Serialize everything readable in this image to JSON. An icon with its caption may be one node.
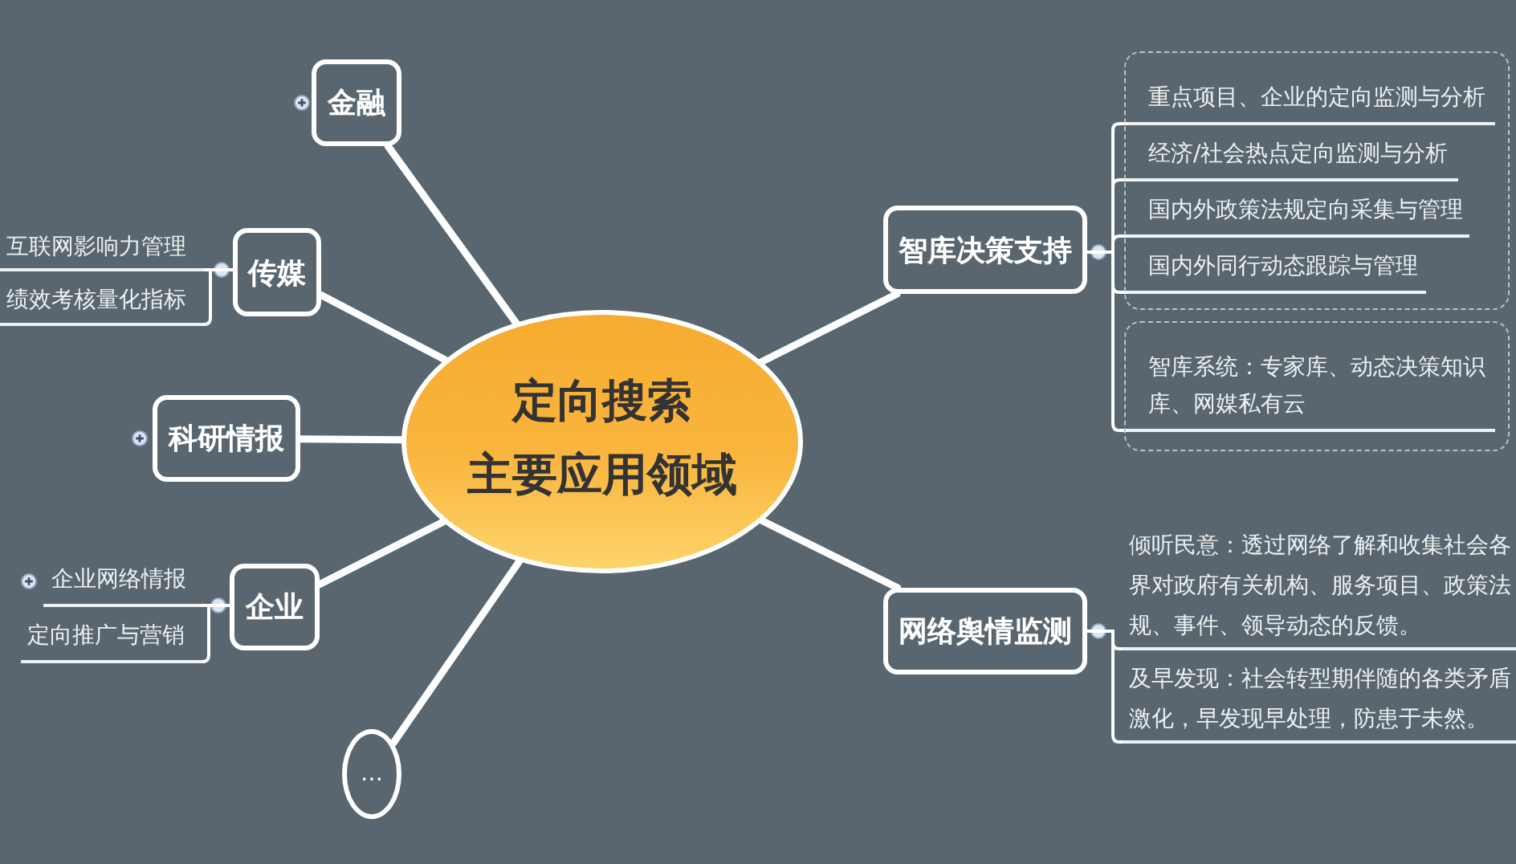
{
  "diagram": {
    "nodes": [
      {
        "text": [
          "定向搜索主要应用领域"
        ]
      },
      {
        "text": [
          "金融"
        ]
      },
      {
        "text": [
          "传媒"
        ]
      },
      {
        "text": [
          "互联网影响力管理"
        ]
      },
      {
        "text": [
          "绩效考核量化指标"
        ]
      },
      {
        "text": [
          "科研情报"
        ]
      },
      {
        "text": [
          "企业"
        ]
      },
      {
        "text": [
          "企业网络情报"
        ]
      },
      {
        "text": [
          "定向推广与营销"
        ]
      },
      {
        "text": [
          "…"
        ]
      },
      {
        "text": [
          "智库决策支持"
        ]
      },
      {
        "text": [],
        "shape": "box"
      },
      {
        "text": [
          "重点项目、企业的定向监测与分析"
        ],
        "in": 11
      },
      {
        "text": [
          "经济/社会热点定向监测与分析"
        ],
        "in": 11
      },
      {
        "text": [
          "国内外政策法规定向采集与管理"
        ],
        "in": 11
      },
      {
        "text": [
          "国内外同行动态跟踪与管理"
        ],
        "in": 11
      },
      {
        "text": [],
        "shape": "box"
      },
      {
        "text": [
          "智库系统：专家库、动态决策知识库、网媒私有云"
        ],
        "in": 16
      },
      {
        "text": [
          "网络舆情监测"
        ]
      },
      {
        "text": [
          "倾听民意：透过网络了解和收集社会各界对政府有关机构、服务项目、政策法规、事件、领导动态的反馈。"
        ]
      },
      {
        "text": [
          "及早发现：社会转型期伴随的各类矛盾激化，早发现早处理，防患于未然。"
        ]
      }
    ],
    "edges": [
      {
        "from": 0,
        "to": 1,
        "arrow": "none",
        "style": "thick"
      },
      {
        "from": 0,
        "to": 2,
        "arrow": "none",
        "style": "thick"
      },
      {
        "from": 0,
        "to": 5,
        "arrow": "none",
        "style": "thick"
      },
      {
        "from": 0,
        "to": 6,
        "arrow": "none",
        "style": "thick"
      },
      {
        "from": 0,
        "to": 9,
        "arrow": "none",
        "style": "thick"
      },
      {
        "from": 0,
        "to": 10,
        "arrow": "none",
        "style": "thick"
      },
      {
        "from": 0,
        "to": 18,
        "arrow": "none",
        "style": "thick"
      },
      {
        "from": 2,
        "to": 3,
        "arrow": "none"
      },
      {
        "from": 2,
        "to": 4,
        "arrow": "none"
      },
      {
        "from": 6,
        "to": 7,
        "arrow": "none"
      },
      {
        "from": 6,
        "to": 8,
        "arrow": "none"
      },
      {
        "from": 10,
        "to": 12,
        "arrow": "none"
      },
      {
        "from": 10,
        "to": 13,
        "arrow": "none"
      },
      {
        "from": 10,
        "to": 14,
        "arrow": "none"
      },
      {
        "from": 10,
        "to": 15,
        "arrow": "none"
      },
      {
        "from": 10,
        "to": 17,
        "arrow": "none"
      },
      {
        "from": 18,
        "to": 19,
        "arrow": "none"
      },
      {
        "from": 18,
        "to": 20,
        "arrow": "none"
      }
    ]
  }
}
